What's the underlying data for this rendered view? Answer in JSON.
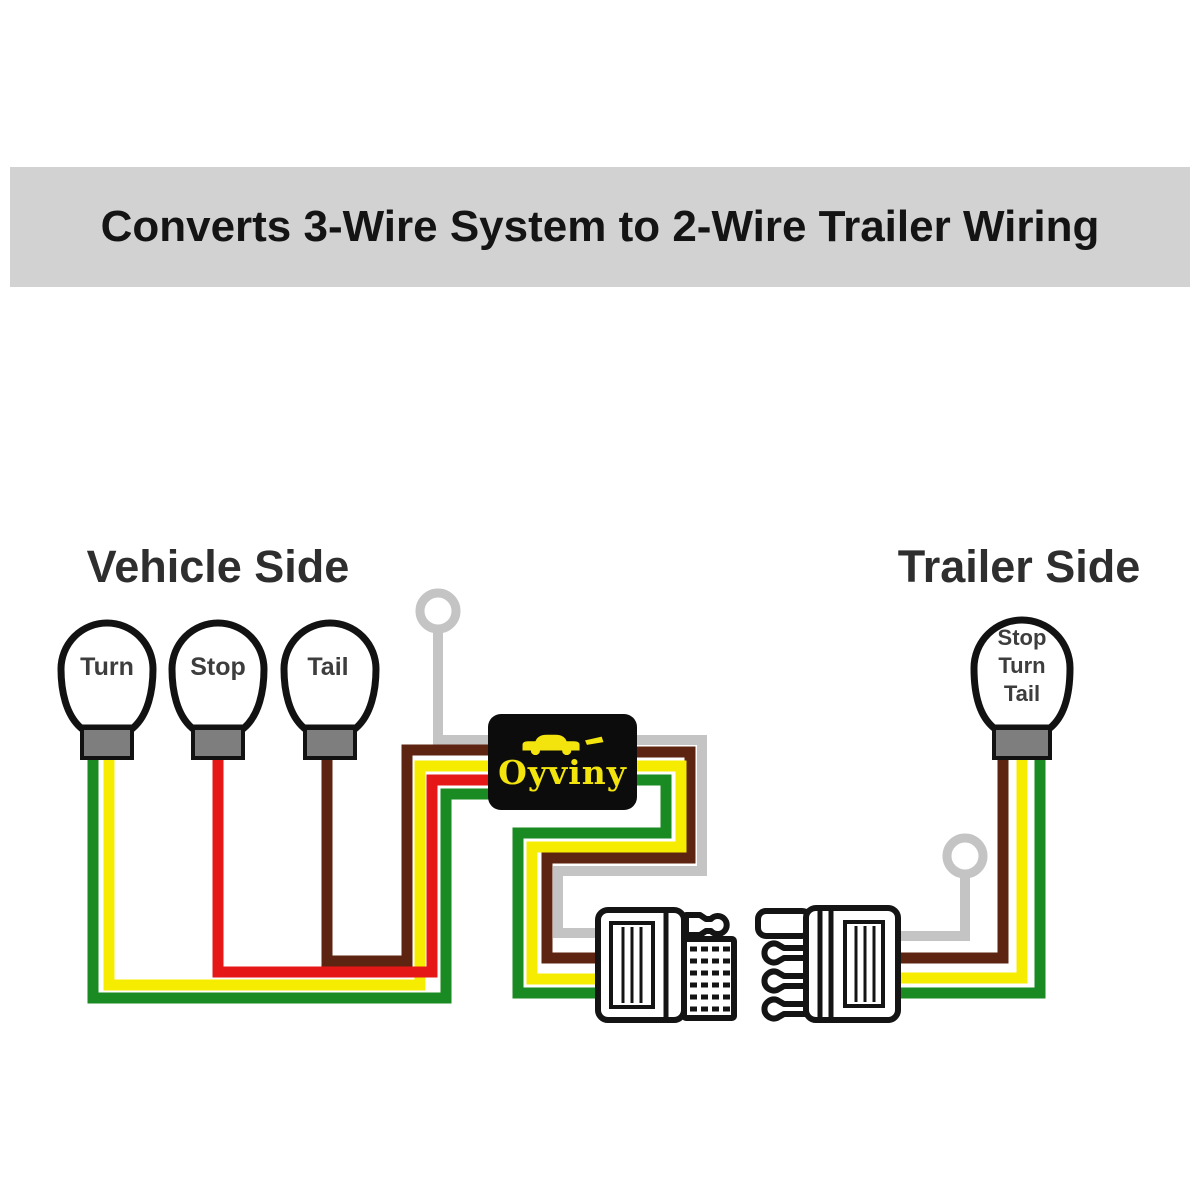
{
  "banner": {
    "title": "Converts 3-Wire System to 2-Wire Trailer Wiring",
    "bg_color": "#d2d2d2"
  },
  "labels": {
    "vehicle_side": "Vehicle Side",
    "trailer_side": "Trailer Side"
  },
  "vehicle_bulbs": [
    {
      "label": "Turn"
    },
    {
      "label": "Stop"
    },
    {
      "label": "Tail"
    }
  ],
  "trailer_bulb": {
    "line1": "Stop",
    "line2": "Turn",
    "line3": "Tail"
  },
  "converter": {
    "brand": "Oyviny"
  },
  "colors": {
    "green": "#1a8a22",
    "yellow": "#f5ec00",
    "red": "#e51717",
    "brown": "#5e2412",
    "gray": "#c4c4c4",
    "bulb_base": "#7e7e7e",
    "converter_bg": "#0c0c0c",
    "brand": "#f2e40c"
  }
}
